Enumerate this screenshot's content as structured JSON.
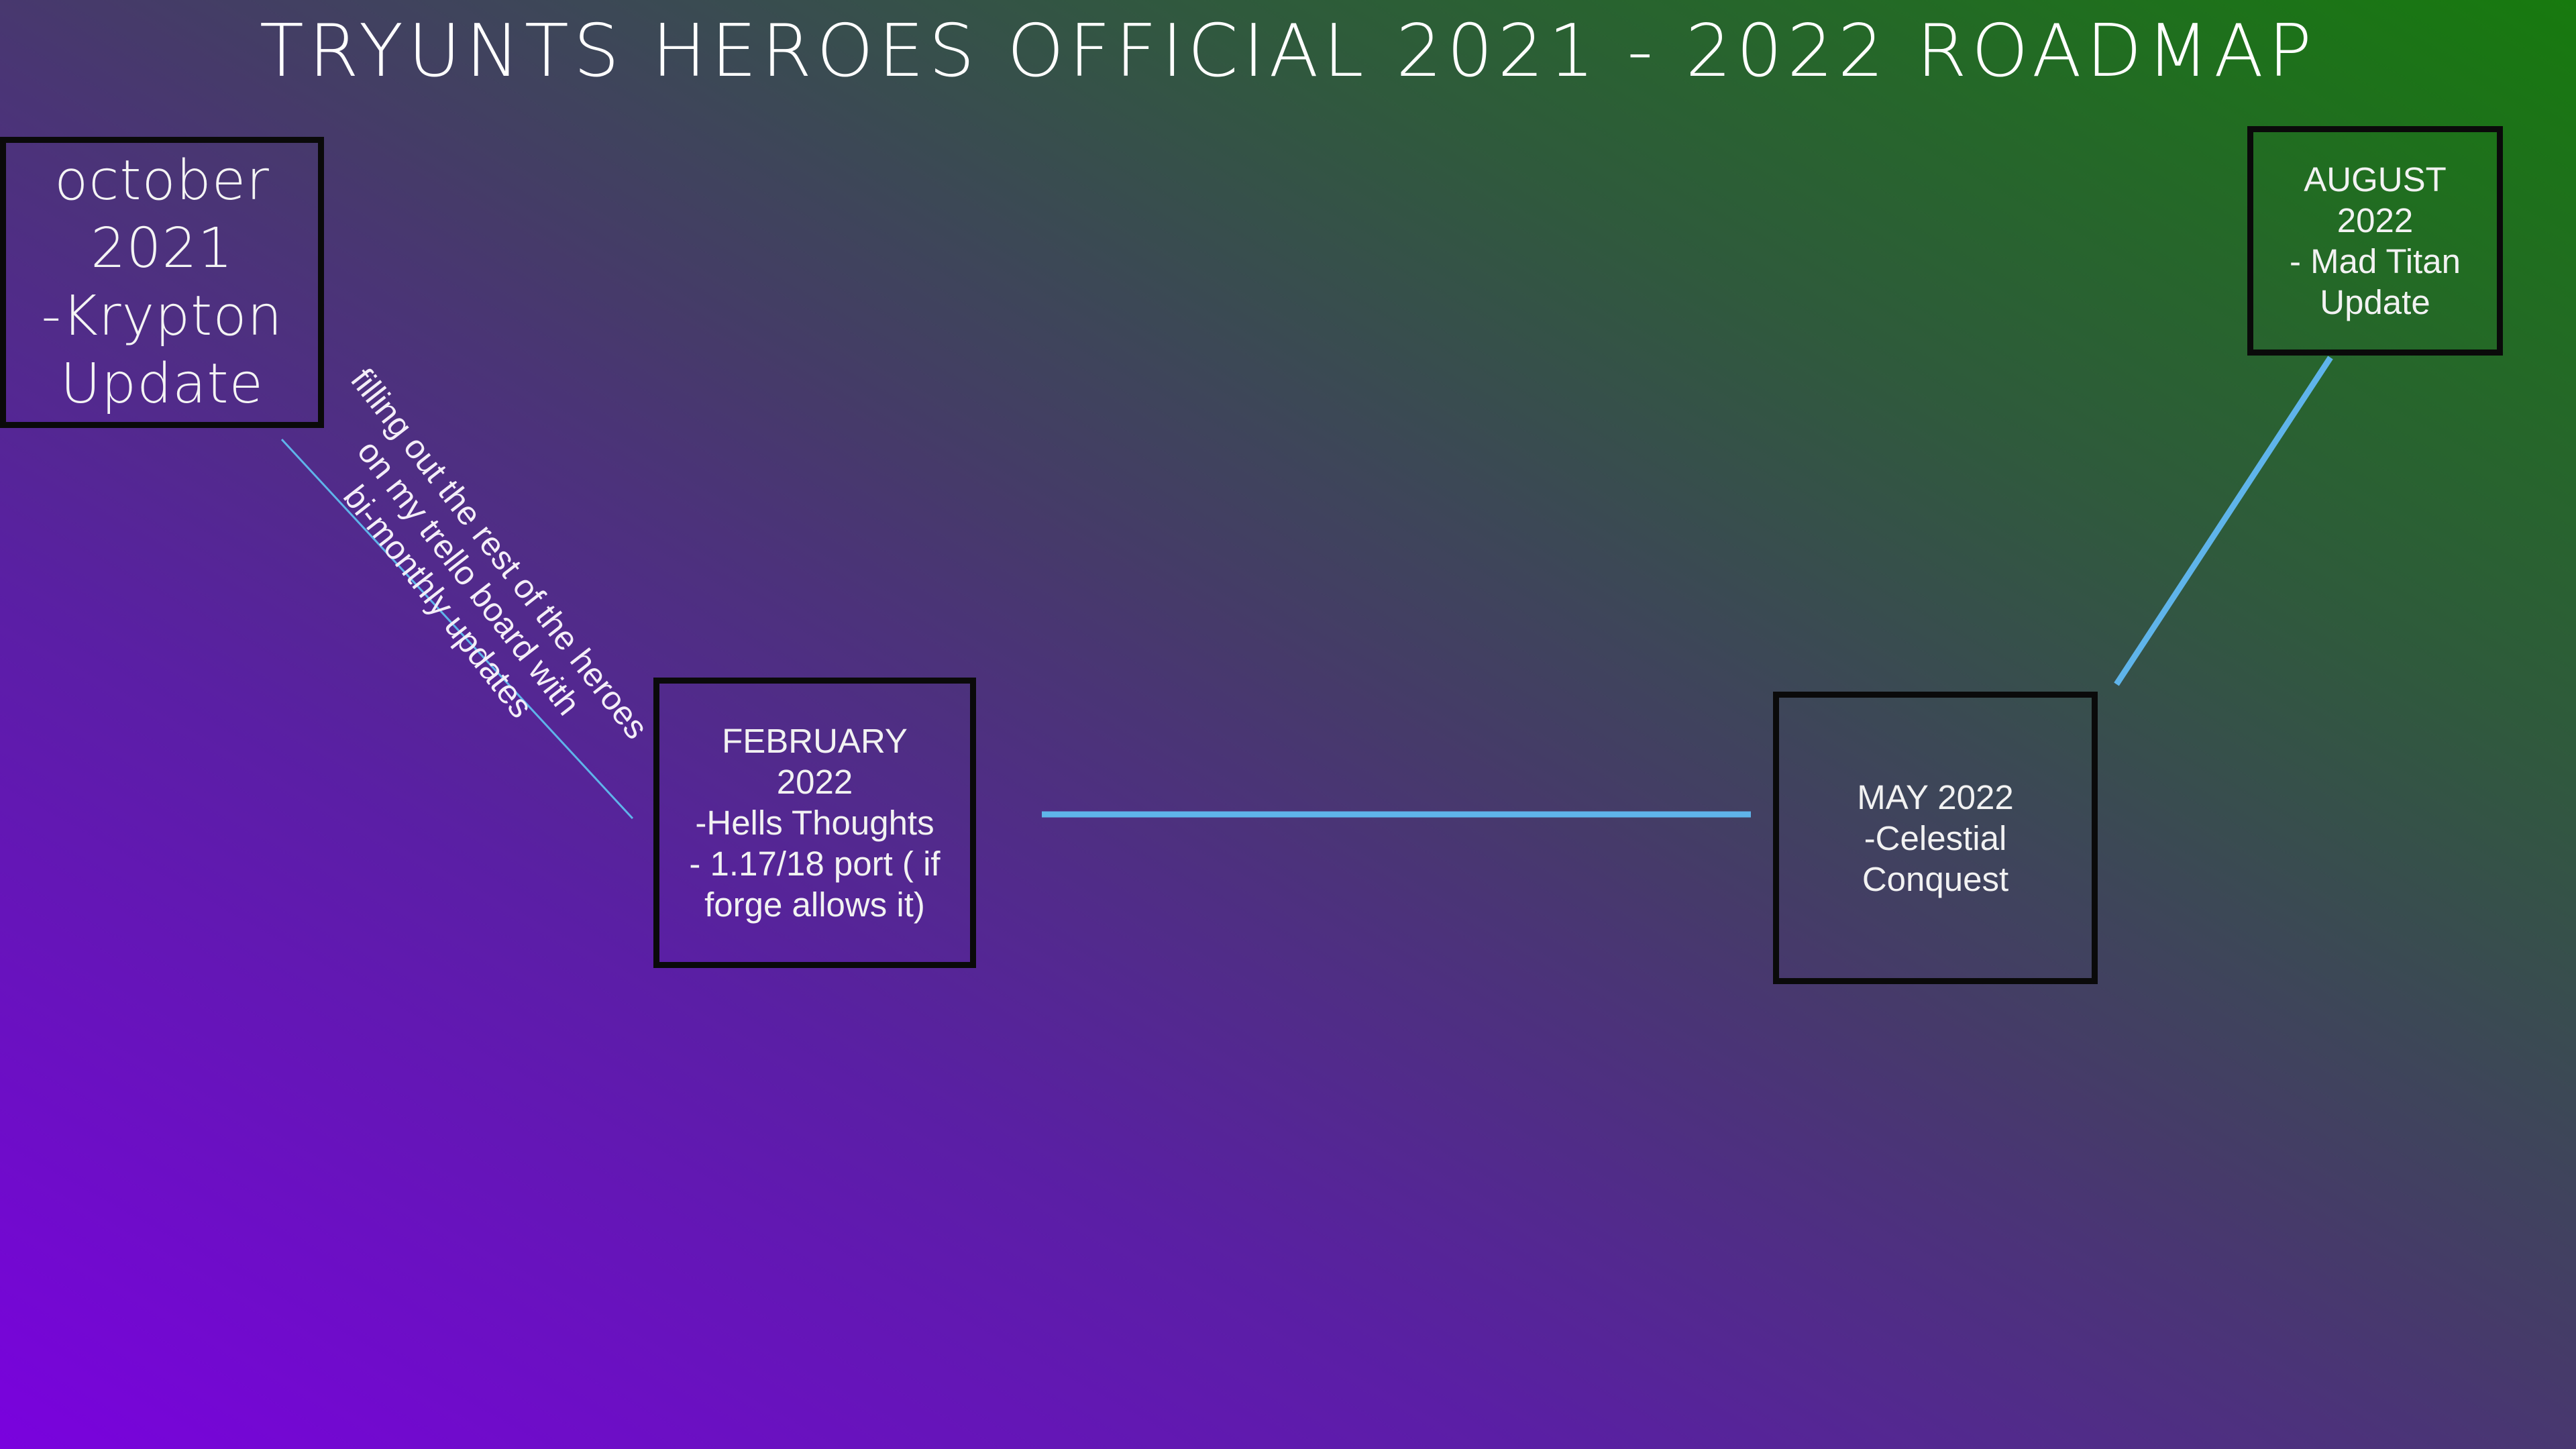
{
  "title": "TRYUNTS HEROES OFFICIAL 2021 - 2022 ROADMAP",
  "milestones": [
    {
      "id": "october-2021",
      "text": "october\n2021\n-Krypton\nUpdate"
    },
    {
      "id": "february-2022",
      "text": "FEBRUARY\n2022\n-Hells Thoughts\n- 1.17/18 port ( if\nforge allows it)"
    },
    {
      "id": "may-2022",
      "text": "MAY 2022\n-Celestial\nConquest"
    },
    {
      "id": "august-2022",
      "text": "AUGUST\n2022\n- Mad Titan\nUpdate"
    }
  ],
  "note": "filling out the rest of the heroes\non my trello board with\nbi-monthly updates",
  "colors": {
    "connector": "#5fb4ea",
    "box_border": "#0a0a0a",
    "text": "#ffffff",
    "gradient_top_right": "#177a0e",
    "gradient_bottom_left": "#7a02de"
  }
}
